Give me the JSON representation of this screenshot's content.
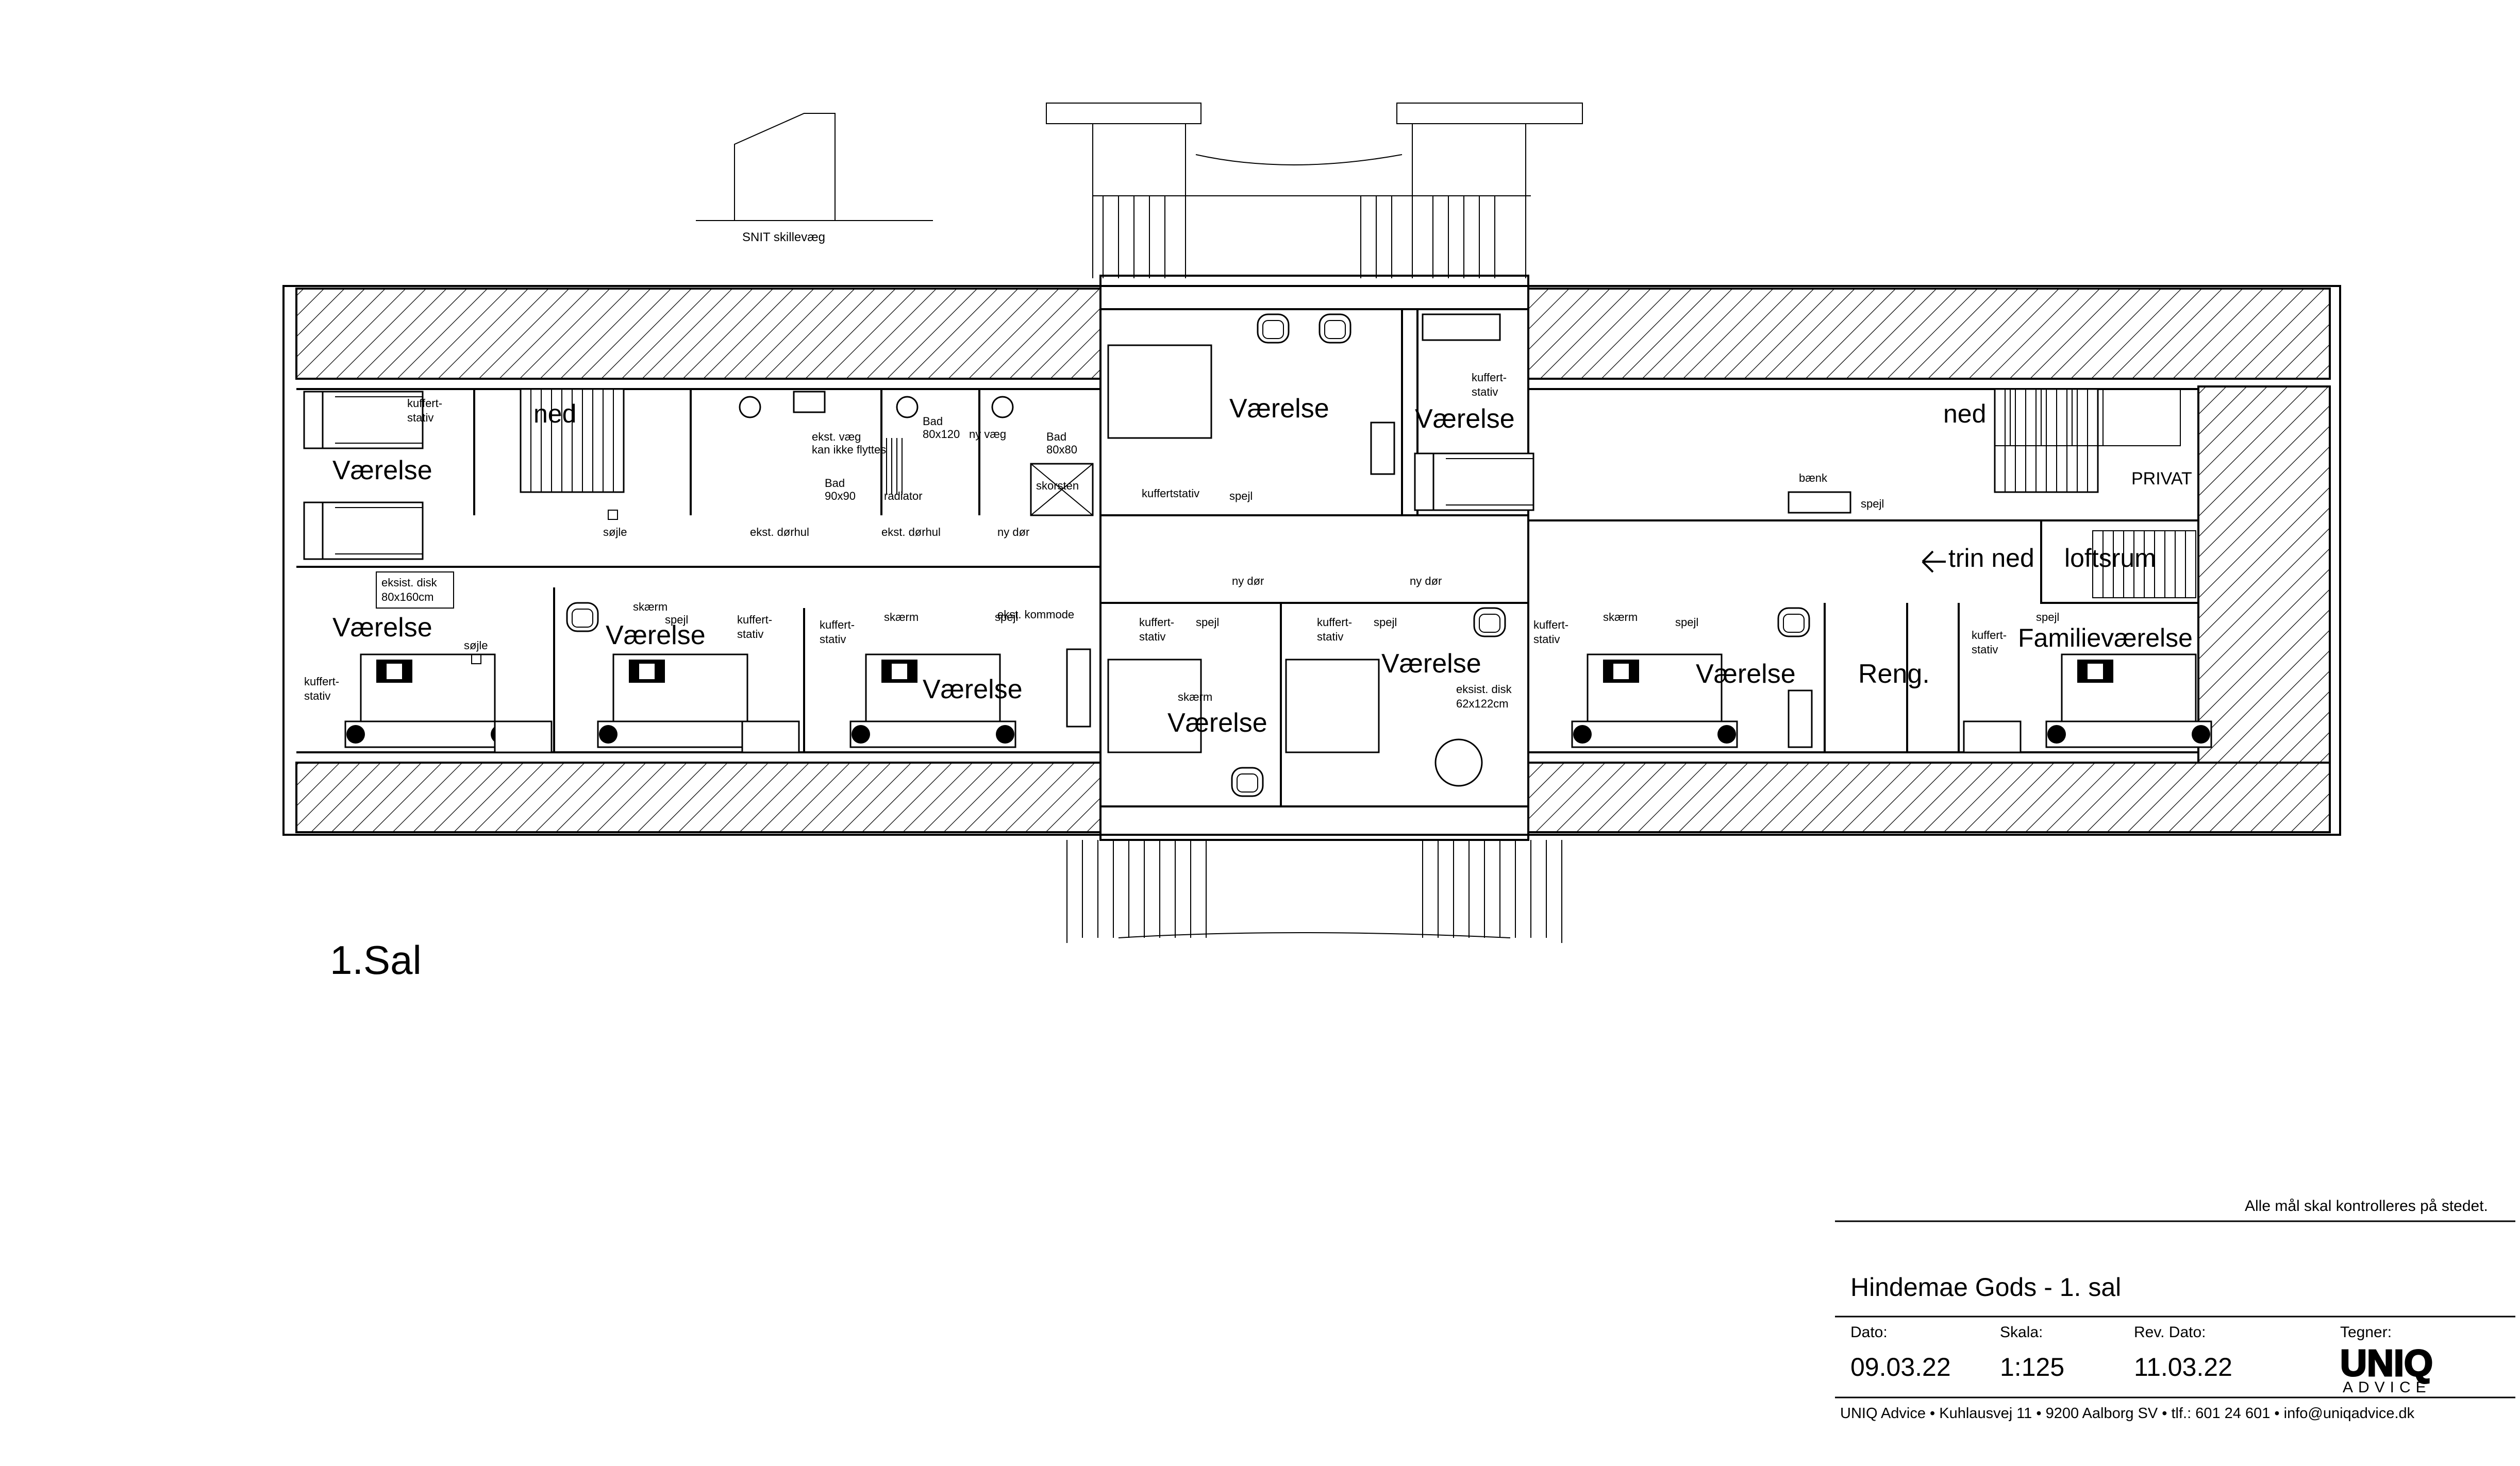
{
  "section_label": "SNIT skillevæg",
  "floor_label": "1.Sal",
  "rooms": {
    "r1": "Værelse",
    "r2": "Værelse",
    "r3": "Værelse",
    "r4": "Værelse",
    "r5": "Værelse",
    "r6": "Værelse",
    "r7": "Værelse",
    "r8": "Værelse",
    "r9": "Værelse",
    "reng": "Reng.",
    "family": "Familieværelse",
    "loft": "loftsrum"
  },
  "notes": {
    "ned_left": "ned",
    "ned_right": "ned",
    "privat": "PRIVAT",
    "trin_ned": "trin ned",
    "kuffert_1a": "kuffert-",
    "kuffert_1b": "stativ",
    "kuffert_2a": "kuffert-",
    "kuffert_2b": "stativ",
    "kuffert_3a": "kuffert-",
    "kuffert_3b": "stativ",
    "kuffert_4a": "kuffert-",
    "kuffert_4b": "stativ",
    "kuffert_5a": "kuffert-",
    "kuffert_5b": "stativ",
    "kuffert_6a": "kuffert-",
    "kuffert_6b": "stativ",
    "kuffert_7a": "kuffert-",
    "kuffert_7b": "stativ",
    "kuffert_8a": "kuffert-",
    "kuffert_8b": "stativ",
    "kuffert_9a": "kuffert-",
    "kuffert_9b": "stativ",
    "kuffertstativ": "kuffertstativ",
    "spejl_1": "spejl",
    "spejl_2": "spejl",
    "spejl_3": "spejl",
    "spejl_4": "spejl",
    "spejl_5": "spejl",
    "spejl_6": "spejl",
    "spejl_7": "spejl",
    "spejl_8": "spejl",
    "skaerm_1": "skærm",
    "skaerm_2": "skærm",
    "skaerm_3": "skærm",
    "skaerm_4": "skærm",
    "soejle_1": "søjle",
    "soejle_2": "søjle",
    "eksist_disk_1a": "eksist. disk",
    "eksist_disk_1b": "80x160cm",
    "eksist_disk_2a": "eksist. disk",
    "eksist_disk_2b": "62x122cm",
    "ekst_vaeg_a": "ekst. væg",
    "ekst_vaeg_b": "kan ikke flyttes",
    "bad_1a": "Bad",
    "bad_1b": "80x120",
    "bad_2a": "Bad",
    "bad_2b": "90x90",
    "bad_3a": "Bad",
    "bad_3b": "80x80",
    "ny_vaeg": "ny væg",
    "radiator": "radiator",
    "skorsten": "skorsten",
    "ekst_doermul_1": "ekst. dørhul",
    "ekst_doermul_2": "ekst. dørhul",
    "ny_doer_1": "ny dør",
    "ny_doer_2": "ny dør",
    "ny_doer_3": "ny dør",
    "ekst_kommode": "ekst. kommode",
    "baenk": "bænk"
  },
  "title_block": {
    "disclaimer": "Alle mål skal kontrolleres på stedet.",
    "project_title": "Hindemae Gods - 1. sal",
    "date_label": "Dato:",
    "date_value": "09.03.22",
    "scale_label": "Skala:",
    "scale_value": "1:125",
    "rev_label": "Rev. Dato:",
    "rev_value": "11.03.22",
    "drawer_label": "Tegner:",
    "logo_top": "UNIQ",
    "logo_bottom": "ADVICE",
    "footer": "UNIQ Advice • Kuhlausvej 11 • 9200 Aalborg SV • tlf.: 601 24 601 • info@uniqadvice.dk"
  }
}
